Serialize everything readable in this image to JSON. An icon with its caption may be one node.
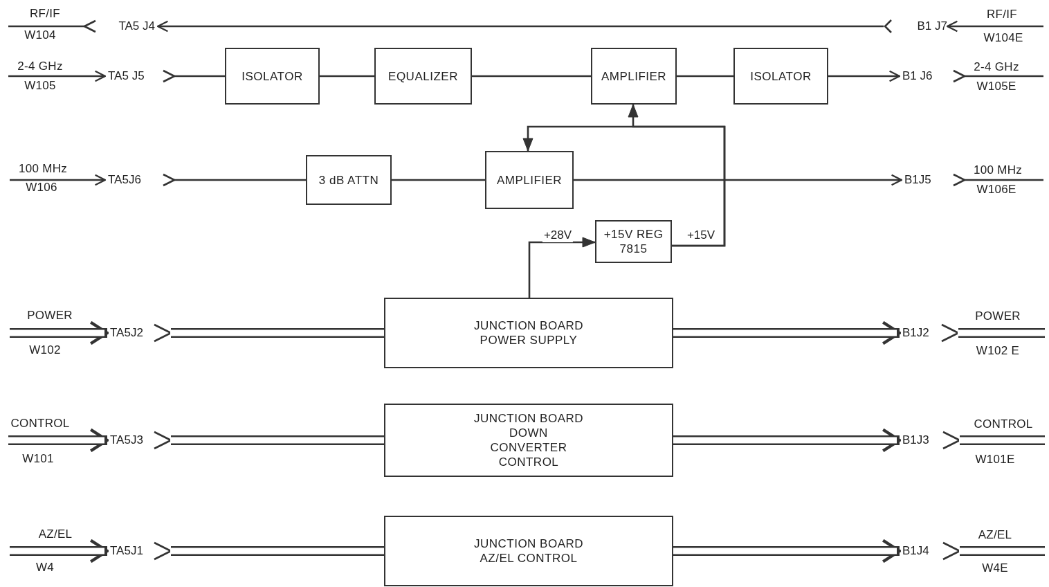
{
  "diagram": {
    "nodes": [
      {
        "text": [
          "TA5 J4"
        ]
      },
      {
        "text": [
          "B1 J7"
        ]
      },
      {
        "text": [
          "TA5 J5"
        ]
      },
      {
        "text": [
          "ISOLATOR"
        ]
      },
      {
        "text": [
          "EQUALIZER"
        ]
      },
      {
        "text": [
          "AMPLIFIER"
        ]
      },
      {
        "text": [
          "ISOLATOR"
        ]
      },
      {
        "text": [
          "B1 J6"
        ]
      },
      {
        "text": [
          "TA5J6"
        ]
      },
      {
        "text": [
          "3 dB ATTN"
        ]
      },
      {
        "text": [
          "AMPLIFIER"
        ]
      },
      {
        "text": [
          "B1J5"
        ]
      },
      {
        "text": [
          "+15V REG 7815"
        ]
      },
      {
        "text": [
          "TA5J2"
        ]
      },
      {
        "text": [
          "JUNCTION BOARD POWER SUPPLY"
        ]
      },
      {
        "text": [
          "B1J2"
        ]
      },
      {
        "text": [
          "TA5J3"
        ]
      },
      {
        "text": [
          "JUNCTION BOARD DOWN CONVERTER CONTROL"
        ]
      },
      {
        "text": [
          "B1J3"
        ]
      },
      {
        "text": [
          "TA5J1"
        ]
      },
      {
        "text": [
          "JUNCTION BOARD AZ/EL CONTROL"
        ]
      },
      {
        "text": [
          "B1J4"
        ]
      }
    ],
    "edges": [
      {
        "from": 0,
        "to": null,
        "arrow": "other"
      },
      {
        "from": 1,
        "to": 0,
        "arrow": "to"
      },
      {
        "from": null,
        "to": 1,
        "arrow": "to"
      },
      {
        "from": null,
        "to": 2,
        "arrow": "to"
      },
      {
        "from": 2,
        "to": 3,
        "arrow": "other"
      },
      {
        "from": 3,
        "to": 4,
        "arrow": "none"
      },
      {
        "from": 4,
        "to": 5,
        "arrow": "none"
      },
      {
        "from": 5,
        "to": 6,
        "arrow": "none"
      },
      {
        "from": 6,
        "to": 7,
        "arrow": "to"
      },
      {
        "from": 7,
        "to": null,
        "arrow": "other"
      },
      {
        "from": null,
        "to": 8,
        "arrow": "to"
      },
      {
        "from": 8,
        "to": 9,
        "arrow": "other"
      },
      {
        "from": 9,
        "to": 10,
        "arrow": "none"
      },
      {
        "from": 10,
        "to": 11,
        "arrow": "to"
      },
      {
        "from": 11,
        "to": null,
        "arrow": "other"
      },
      {
        "from": 14,
        "to": 12,
        "arrow": "to",
        "label": "+28V"
      },
      {
        "from": 12,
        "to": 5,
        "arrow": "to",
        "label": "+15V"
      },
      {
        "from": 12,
        "to": 10,
        "arrow": "to"
      },
      {
        "from": null,
        "to": 13,
        "arrow": "to",
        "style": "thick"
      },
      {
        "from": 13,
        "to": 14,
        "arrow": "other",
        "style": "thick"
      },
      {
        "from": 14,
        "to": 15,
        "arrow": "to",
        "style": "thick"
      },
      {
        "from": 15,
        "to": null,
        "arrow": "other",
        "style": "thick"
      },
      {
        "from": null,
        "to": 16,
        "arrow": "to",
        "style": "thick"
      },
      {
        "from": 16,
        "to": 17,
        "arrow": "other",
        "style": "thick"
      },
      {
        "from": 17,
        "to": 18,
        "arrow": "to",
        "style": "thick"
      },
      {
        "from": 18,
        "to": null,
        "arrow": "other",
        "style": "thick"
      },
      {
        "from": null,
        "to": 19,
        "arrow": "to",
        "style": "thick"
      },
      {
        "from": 19,
        "to": 20,
        "arrow": "other",
        "style": "thick"
      },
      {
        "from": 20,
        "to": 21,
        "arrow": "to",
        "style": "thick"
      },
      {
        "from": 21,
        "to": null,
        "arrow": "other",
        "style": "thick"
      }
    ],
    "labels": [
      "RF/IF",
      "W104",
      "RF/IF",
      "W104E",
      "2-4 GHz",
      "W105",
      "2-4 GHz",
      "W105E",
      "100 MHz",
      "W106",
      "100 MHz",
      "W106E",
      "POWER",
      "W102",
      "POWER",
      "W102 E",
      "CONTROL",
      "W101",
      "CONTROL",
      "W101E",
      "AZ/EL",
      "W4",
      "AZ/EL",
      "W4E"
    ]
  }
}
